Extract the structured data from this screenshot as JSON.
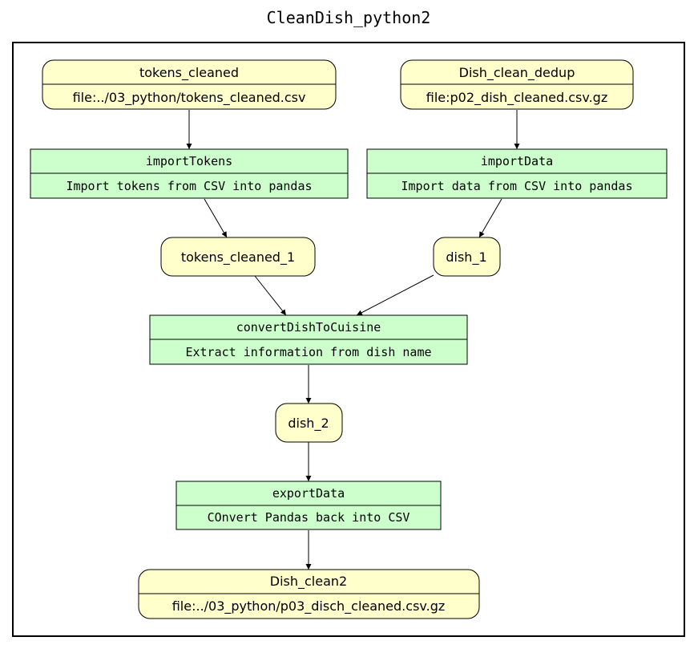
{
  "diagram": {
    "title": "CleanDish_python2",
    "colors": {
      "data_fill": "#ffffcc",
      "process_fill": "#ccffcc",
      "stroke": "#000000"
    },
    "nodes": {
      "tokens_cleaned": {
        "name": "tokens_cleaned",
        "detail": "file:../03_python/tokens_cleaned.csv"
      },
      "dish_clean_dedup": {
        "name": "Dish_clean_dedup",
        "detail": "file:p02_dish_cleaned.csv.gz"
      },
      "import_tokens": {
        "name": "importTokens",
        "detail": "Import tokens from CSV into pandas"
      },
      "import_data": {
        "name": "importData",
        "detail": "Import data from CSV into pandas"
      },
      "tokens_cleaned_1": {
        "name": "tokens_cleaned_1"
      },
      "dish_1": {
        "name": "dish_1"
      },
      "convert_dish": {
        "name": "convertDishToCuisine",
        "detail": "Extract information from dish name"
      },
      "dish_2": {
        "name": "dish_2"
      },
      "export_data": {
        "name": "exportData",
        "detail": "COnvert Pandas back into CSV"
      },
      "dish_clean2": {
        "name": "Dish_clean2",
        "detail": "file:../03_python/p03_disch_cleaned.csv.gz"
      }
    }
  }
}
